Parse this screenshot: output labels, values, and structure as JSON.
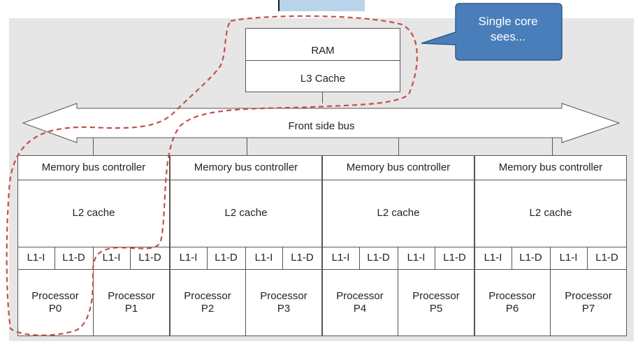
{
  "ram": {
    "label": "RAM",
    "cache_label": "L3 Cache"
  },
  "bus": {
    "label": "Front side bus"
  },
  "callout": {
    "line1": "Single core",
    "line2": "sees...",
    "color": "#4a7ebb"
  },
  "overlay": {
    "color": "#c0504d",
    "style": "dashed"
  },
  "units": [
    {
      "controller": "Memory bus controller",
      "l2": "L2 cache",
      "l1": [
        "L1-I",
        "L1-D",
        "L1-I",
        "L1-D"
      ],
      "processors": [
        "Processor\nP0",
        "Processor\nP1"
      ]
    },
    {
      "controller": "Memory bus controller",
      "l2": "L2 cache",
      "l1": [
        "L1-I",
        "L1-D",
        "L1-I",
        "L1-D"
      ],
      "processors": [
        "Processor\nP2",
        "Processor\nP3"
      ]
    },
    {
      "controller": "Memory bus controller",
      "l2": "L2 cache",
      "l1": [
        "L1-I",
        "L1-D",
        "L1-I",
        "L1-D"
      ],
      "processors": [
        "Processor\nP4",
        "Processor\nP5"
      ]
    },
    {
      "controller": "Memory bus controller",
      "l2": "L2 cache",
      "l1": [
        "L1-I",
        "L1-D",
        "L1-I",
        "L1-D"
      ],
      "processors": [
        "Processor\nP6",
        "Processor\nP7"
      ]
    }
  ]
}
